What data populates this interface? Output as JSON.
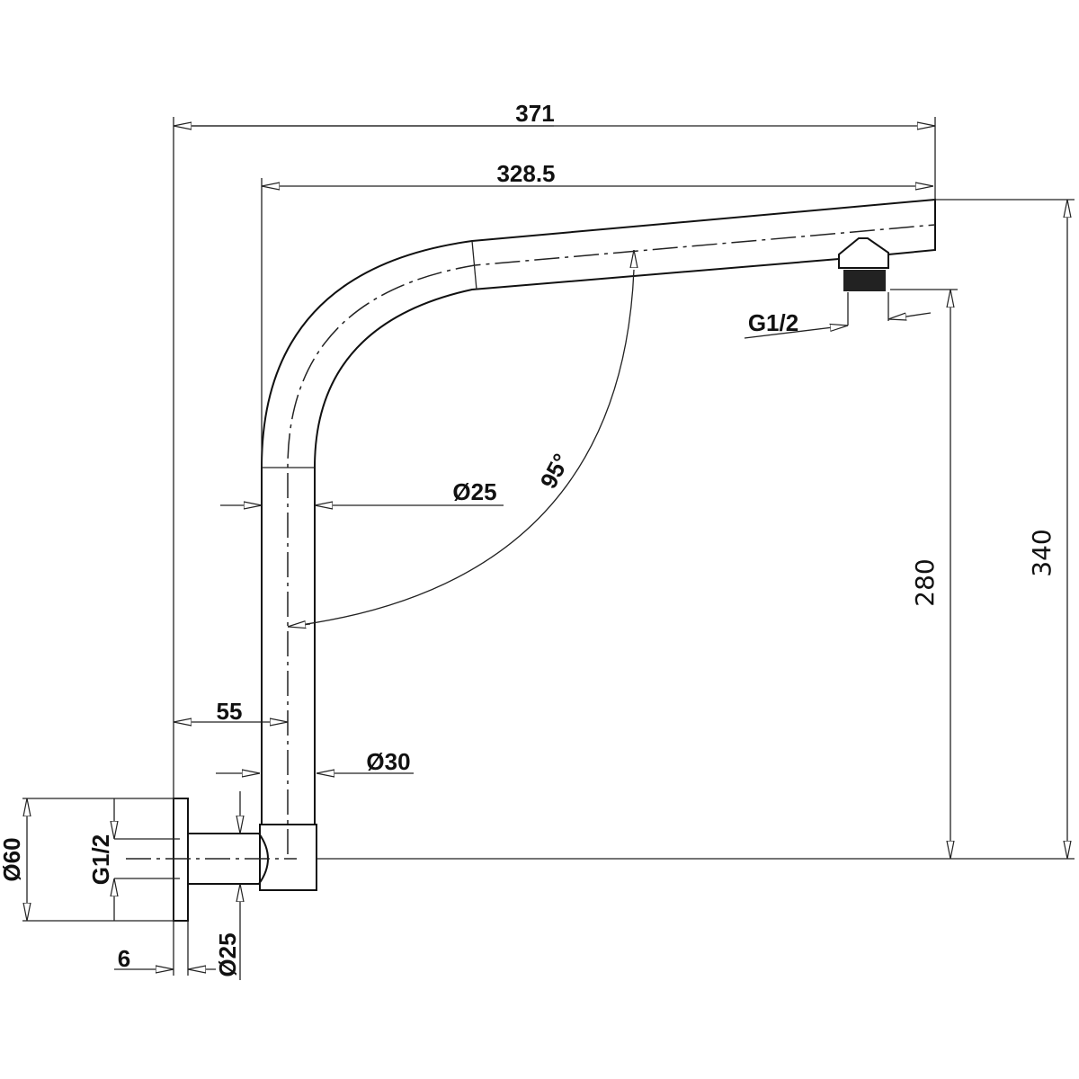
{
  "drawing": {
    "dimensions": {
      "overall_width": "371",
      "arm_length": "328.5",
      "arm_diameter": "Ø25",
      "bend_angle": "95°",
      "outlet_height": "280",
      "overall_height": "340",
      "wall_offset": "55",
      "elbow_diameter": "Ø30",
      "flange_diameter": "Ø60",
      "inlet_thread": "G1/2",
      "flange_thickness": "6",
      "inlet_pipe_diameter": "Ø25",
      "outlet_thread": "G1/2"
    },
    "colors": {
      "line": "#111111",
      "background": "#ffffff"
    }
  }
}
